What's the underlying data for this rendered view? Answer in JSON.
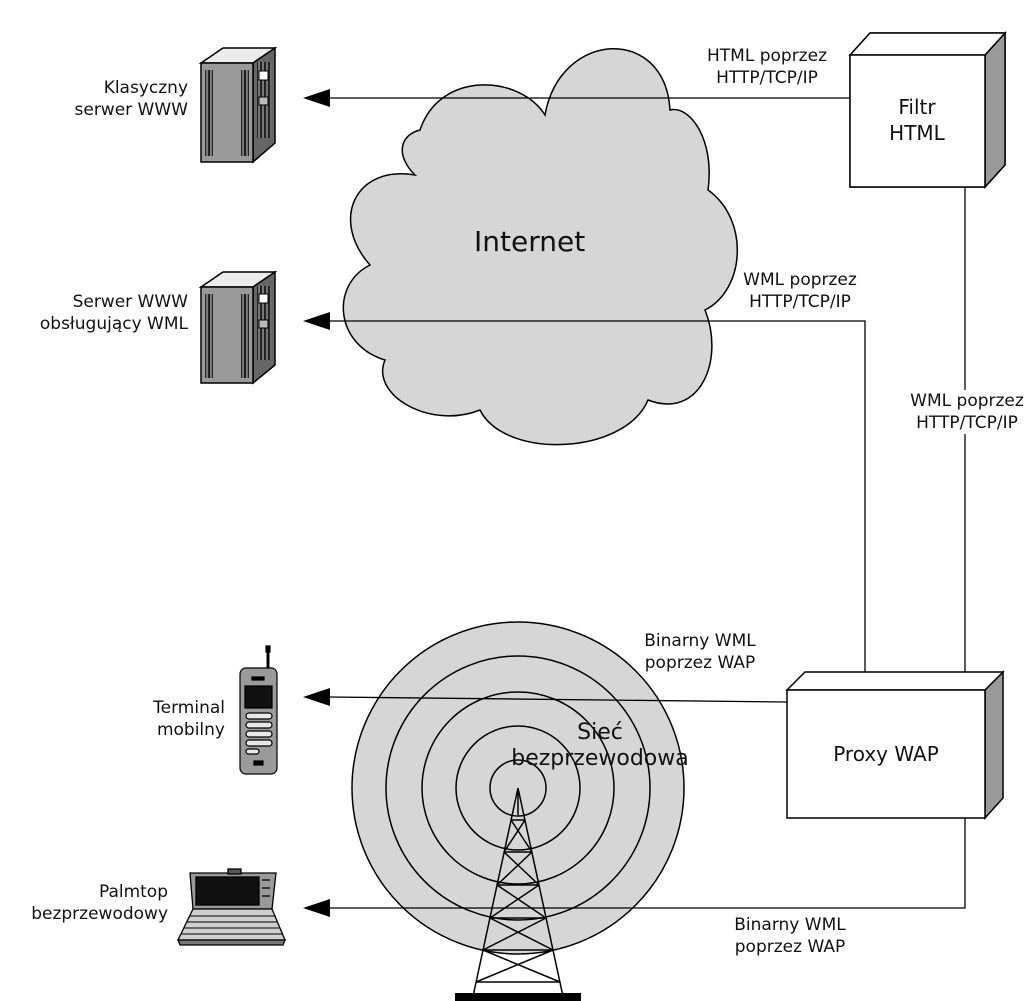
{
  "nodes": {
    "server1": {
      "label_lines": [
        "Klasyczny",
        "serwer WWW"
      ]
    },
    "server2": {
      "label_lines": [
        "Serwer WWW",
        "obsługujący WML"
      ]
    },
    "internet": {
      "label": "Internet"
    },
    "filter": {
      "label_lines": [
        "Filtr",
        "HTML"
      ]
    },
    "proxy": {
      "label": "Proxy WAP"
    },
    "wireless": {
      "label_lines": [
        "Sieć",
        "bezprzewodowa"
      ]
    },
    "phone": {
      "label_lines": [
        "Terminal",
        "mobilny"
      ]
    },
    "palmtop": {
      "label_lines": [
        "Palmtop",
        "bezprzewodowy"
      ]
    }
  },
  "edges": {
    "html_link": {
      "label_lines": [
        "HTML poprzez",
        "HTTP/TCP/IP"
      ]
    },
    "wml_link": {
      "label_lines": [
        "WML poprzez",
        "HTTP/TCP/IP"
      ]
    },
    "filter_proxy_link": {
      "label_lines": [
        "WML poprzez",
        "HTTP/TCP/IP"
      ]
    },
    "phone_link": {
      "label_lines": [
        "Binarny WML",
        "poprzez WAP"
      ]
    },
    "palmtop_link": {
      "label_lines": [
        "Binarny WML",
        "poprzez WAP"
      ]
    }
  }
}
